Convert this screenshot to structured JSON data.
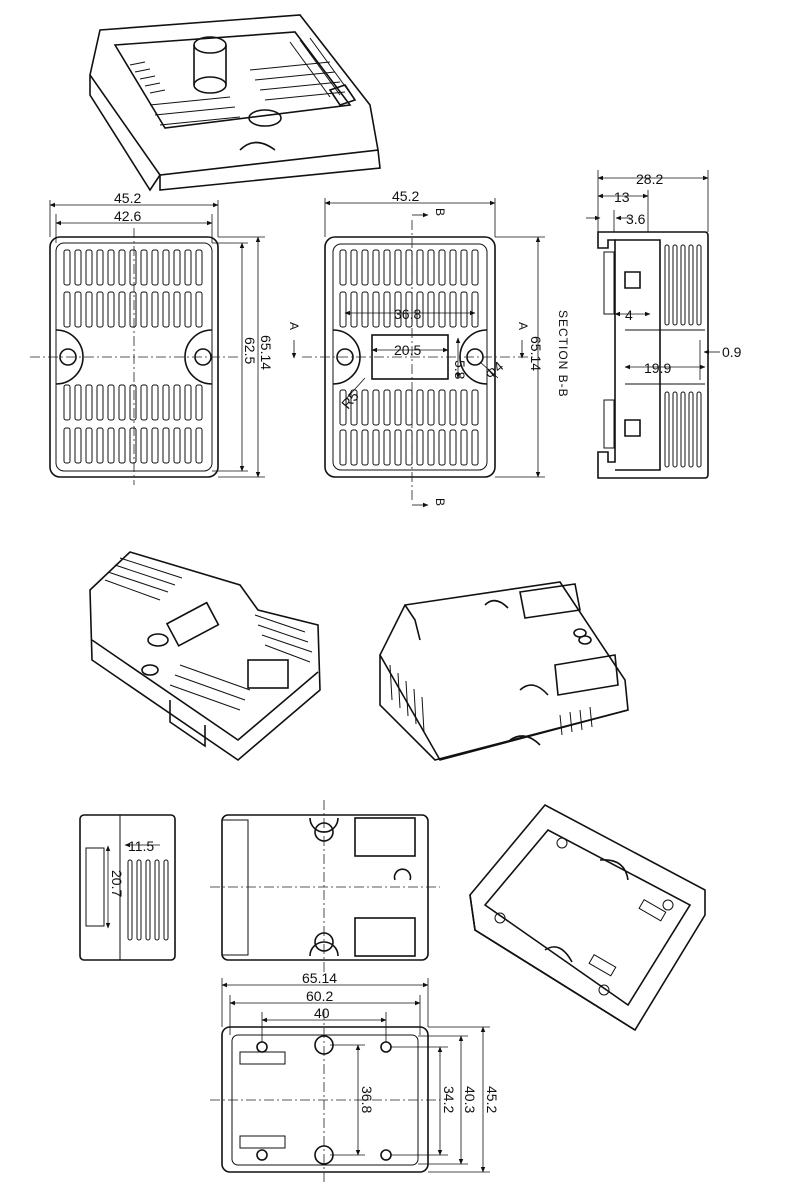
{
  "top_view": {
    "width_outer": "45.2",
    "width_inner": "42.6",
    "height_outer": "65.14",
    "height_inner": "62.5"
  },
  "mid_view": {
    "width_outer": "45.2",
    "height_outer": "65.14",
    "span_36_8": "36.8",
    "window_20_5": "20.5",
    "dim_5_8": "5.8",
    "hole_dia": "Φ4",
    "radius": "R5",
    "cut_a_left": "A",
    "cut_a_right": "A",
    "cut_b_top": "B",
    "cut_b_bottom": "B"
  },
  "section_view": {
    "label": "SECTION  B-B",
    "d_28_2": "28.2",
    "d_13": "13",
    "d_3_6": "3.6",
    "d_4": "4",
    "d_19_9": "19.9",
    "d_0_9": "0.9"
  },
  "side_view": {
    "d_11_5": "11.5",
    "d_20_7": "20.7"
  },
  "bottom_view": {
    "d_65_14": "65.14",
    "d_60_2": "60.2",
    "d_40": "40",
    "d_36_8": "36.8",
    "d_34_2": "34.2",
    "d_40_3": "40.3",
    "d_45_2": "45.2"
  },
  "colors": {
    "line": "#111111",
    "background": "#ffffff"
  }
}
